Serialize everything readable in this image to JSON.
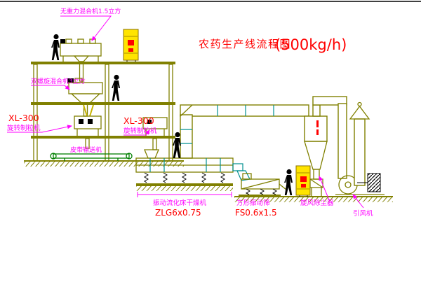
{
  "title": {
    "name": "农药生产线流程图",
    "capacity": "(500kg/h)"
  },
  "labels": {
    "gravity_mixer": "无重力混合机1.5立方",
    "screw_mixer": "双螺旋混合机3立方",
    "granulator_left_model": "XL-300",
    "granulator_left_name": "旋转制粒机",
    "granulator_right_model": "XL-300",
    "granulator_right_name": "旋转制粒机",
    "belt_conveyor": "皮带输送机",
    "dryer_name": "振动流化床干燥机",
    "dryer_model": "ZLG6x0.75",
    "screen_name": "方形振动筛",
    "screen_model": "FS0.6x1.5",
    "cyclone": "旋风除尘器",
    "fan": "引风机"
  },
  "colors": {
    "structure_olive": "#808000",
    "accent_cyan": "#009090",
    "conveyor_green": "#008000",
    "panel_yellow": "#FFE400",
    "label_magenta": "#FF00FF",
    "label_red": "#FF0000",
    "silhouette_black": "#000000",
    "background": "#FFFFFF"
  }
}
